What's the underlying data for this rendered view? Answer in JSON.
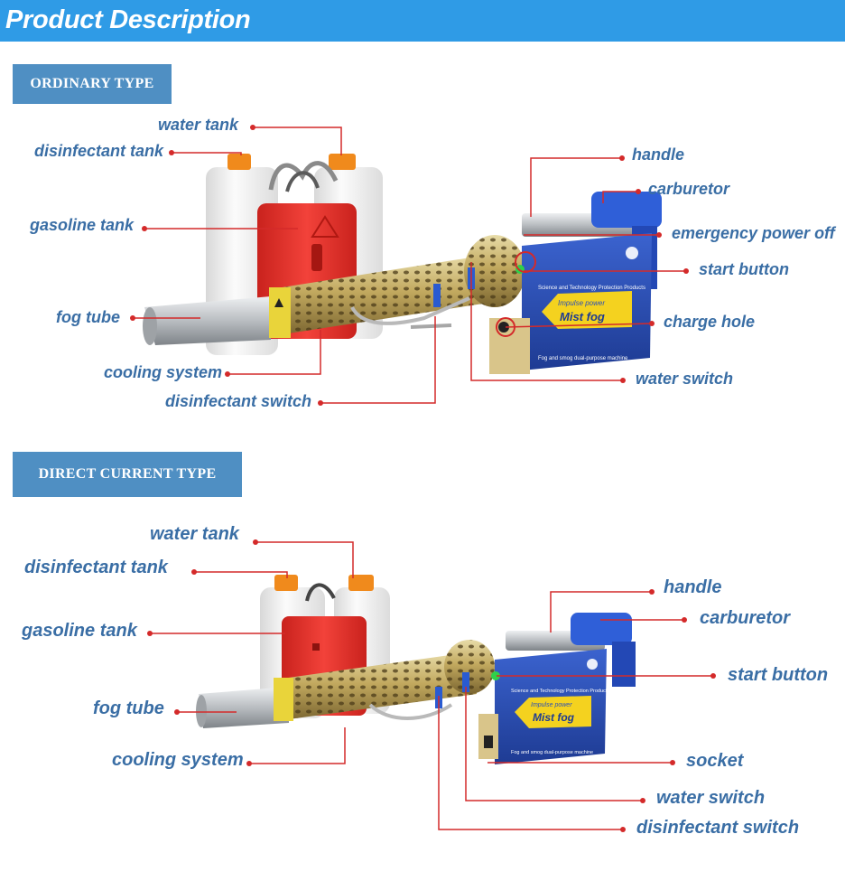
{
  "header": {
    "title": "Product Description"
  },
  "ordinary": {
    "section_label": "ORDINARY TYPE",
    "labels": {
      "water_tank": "water tank",
      "disinfectant_tank": "disinfectant tank",
      "gasoline_tank": "gasoline tank",
      "fog_tube": "fog tube",
      "cooling_system": "cooling system",
      "disinfectant_switch": "disinfectant switch",
      "handle": "handle",
      "carburetor": "carburetor",
      "emergency_power_off": "emergency power off",
      "start_button": "start button",
      "charge_hole": "charge hole",
      "water_switch": "water switch"
    },
    "machine_panel": {
      "top_text": "Science and Technology Protection Products",
      "badge_small": "Impulse power",
      "badge_main": "Mist fog",
      "bottom_text": "Fog and smog dual-purpose machine"
    }
  },
  "direct_current": {
    "section_label": "DIRECT CURRENT TYPE",
    "labels": {
      "water_tank": "water tank",
      "disinfectant_tank": "disinfectant tank",
      "gasoline_tank": "gasoline tank",
      "fog_tube": "fog tube",
      "cooling_system": "cooling system",
      "handle": "handle",
      "carburetor": "carburetor",
      "start_button": "start button",
      "socket": "socket",
      "water_switch": "water switch",
      "disinfectant_switch": "disinfectant switch"
    },
    "machine_panel": {
      "top_text": "Science and Technology Protection Products",
      "badge_small": "Impulse power",
      "badge_main": "Mist fog",
      "bottom_text": "Fog and smog dual-purpose machine"
    }
  },
  "colors": {
    "header_bg": "#2f9be6",
    "section_label_bg": "#4f8fc3",
    "label_text": "#3a6ea5",
    "leader_line": "#d42a2a",
    "tank_white": "#f4f4f4",
    "tank_red": "#e8322c",
    "cap_orange": "#f08a1c",
    "panel_blue": "#2a4fb8",
    "tube_gold": "#c9b473",
    "tube_steel": "#c3c6c9"
  }
}
